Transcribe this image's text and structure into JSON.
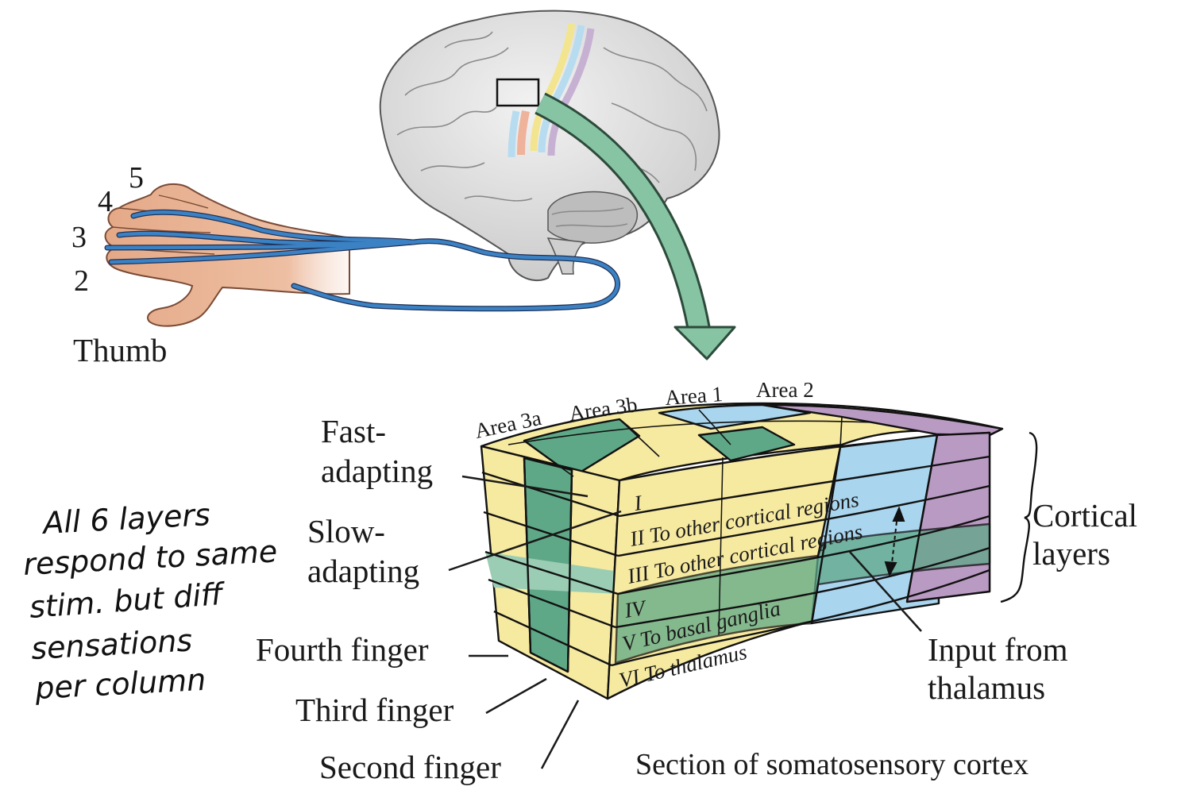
{
  "hand": {
    "finger_numbers": [
      "5",
      "4",
      "3",
      "2"
    ],
    "thumb_label": "Thumb"
  },
  "cortex": {
    "area_labels": [
      "Area 3a",
      "Area 3b",
      "Area 1",
      "Area 2"
    ],
    "layer_labels": [
      "I",
      "II To other cortical regions",
      "III To other cortical regions",
      "IV",
      "V To basal ganglia",
      "VI To thalamus"
    ],
    "fast_adapting": [
      "Fast-",
      "adapting"
    ],
    "slow_adapting": [
      "Slow-",
      "adapting"
    ],
    "cortical_layers": [
      "Cortical",
      "layers"
    ],
    "input_from_thalamus": [
      "Input from",
      "thalamus"
    ],
    "fingers": [
      "Fourth finger",
      "Third finger",
      "Second finger"
    ],
    "caption": "Section of somatosensory cortex"
  },
  "note": {
    "lines": [
      "All 6 layers",
      "respond to same",
      "stim. but diff",
      "sensations",
      "per column"
    ]
  },
  "colors": {
    "yellow": "#f6e9a0",
    "green": "#5fa887",
    "blue": "#a9d5ee",
    "purple": "#b99ac3",
    "arrow": "#86c4a4",
    "nerve": "#3b82c4",
    "skin": "#e3a985"
  }
}
